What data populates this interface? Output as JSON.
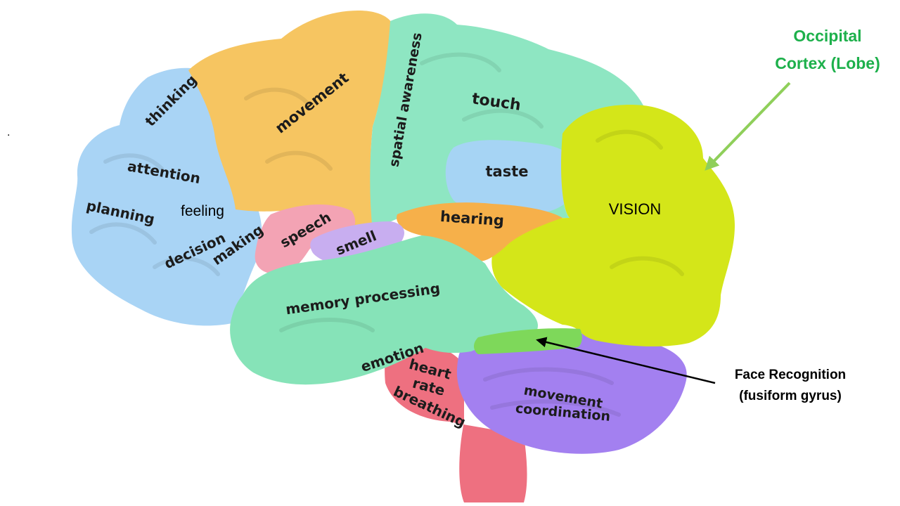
{
  "diagram": {
    "regions": {
      "thinking": "thinking",
      "movement": "movement",
      "spatial_awareness": "spatial awareness",
      "touch": "touch",
      "attention": "attention",
      "planning": "planning",
      "feeling": "feeling",
      "taste": "taste",
      "vision": "VISION",
      "decision": "decision",
      "making": "making",
      "speech": "speech",
      "smell": "smell",
      "hearing": "hearing",
      "memory_processing": "memory processing",
      "emotion": "emotion",
      "heart": "heart",
      "rate": "rate",
      "breathing": "breathing",
      "movement_coordination_1": "movement",
      "movement_coordination_2": "coordination"
    },
    "callouts": {
      "occipital_line1": "Occipital",
      "occipital_line2": "Cortex (Lobe)",
      "face_line1": "Face Recognition",
      "face_line2": "(fusiform gyrus)"
    },
    "stray_mark": "."
  },
  "colors": {
    "frontal": "#a9d4f5",
    "motor": "#f6c561",
    "parietal": "#8ee6c2",
    "taste": "#a6d4f4",
    "occipital": "#d4e619",
    "speech": "#f3a3b4",
    "smell": "#c8aef0",
    "hearing": "#f6b04a",
    "temporal": "#86e3b8",
    "brainstem": "#ee7080",
    "cerebellum": "#a380f0",
    "fusiform": "#7ed85a",
    "occipital_callout": "#1db04b",
    "occipital_arrow": "#8fcf5a"
  }
}
